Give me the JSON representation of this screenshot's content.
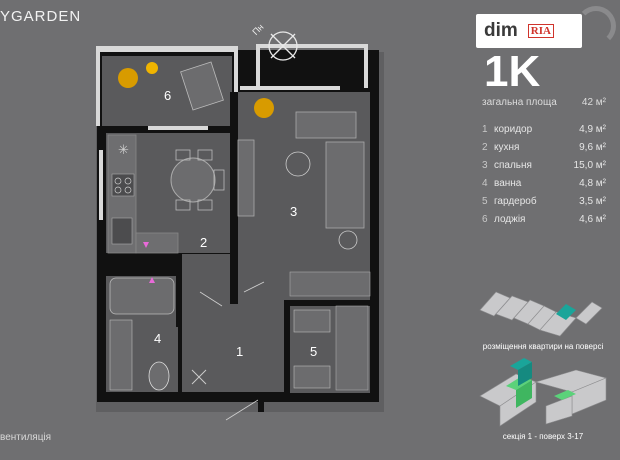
{
  "brand": "YGARDEN",
  "compass_label": "Пн",
  "logo": {
    "main": "dim",
    "sub": "RIA"
  },
  "apartment": {
    "type": "1K",
    "total_label": "загальна площа",
    "total_value": "42 м²"
  },
  "rooms": [
    {
      "num": "1",
      "name": "коридор",
      "area": "4,9 м²"
    },
    {
      "num": "2",
      "name": "кухня",
      "area": "9,6 м²"
    },
    {
      "num": "3",
      "name": "спальня",
      "area": "15,0 м²"
    },
    {
      "num": "4",
      "name": "ванна",
      "area": "4,8 м²"
    },
    {
      "num": "5",
      "name": "гардероб",
      "area": "3,5 м²"
    },
    {
      "num": "6",
      "name": "лоджія",
      "area": "4,6 м²"
    }
  ],
  "plan_labels": [
    "1",
    "2",
    "3",
    "4",
    "5",
    "6"
  ],
  "floor_caption": "розміщення квартири на поверсі",
  "section_caption": "секція 1 - поверх 3-17",
  "vent_label": "вентиляція",
  "colors": {
    "background": "#6f6f71",
    "wall": "#111111",
    "floor": "#5a5a5c",
    "accent_teal": "#1aa59a",
    "accent_green": "#5bd27a",
    "plant": "#f0b400",
    "marker": "#e86ad8"
  }
}
